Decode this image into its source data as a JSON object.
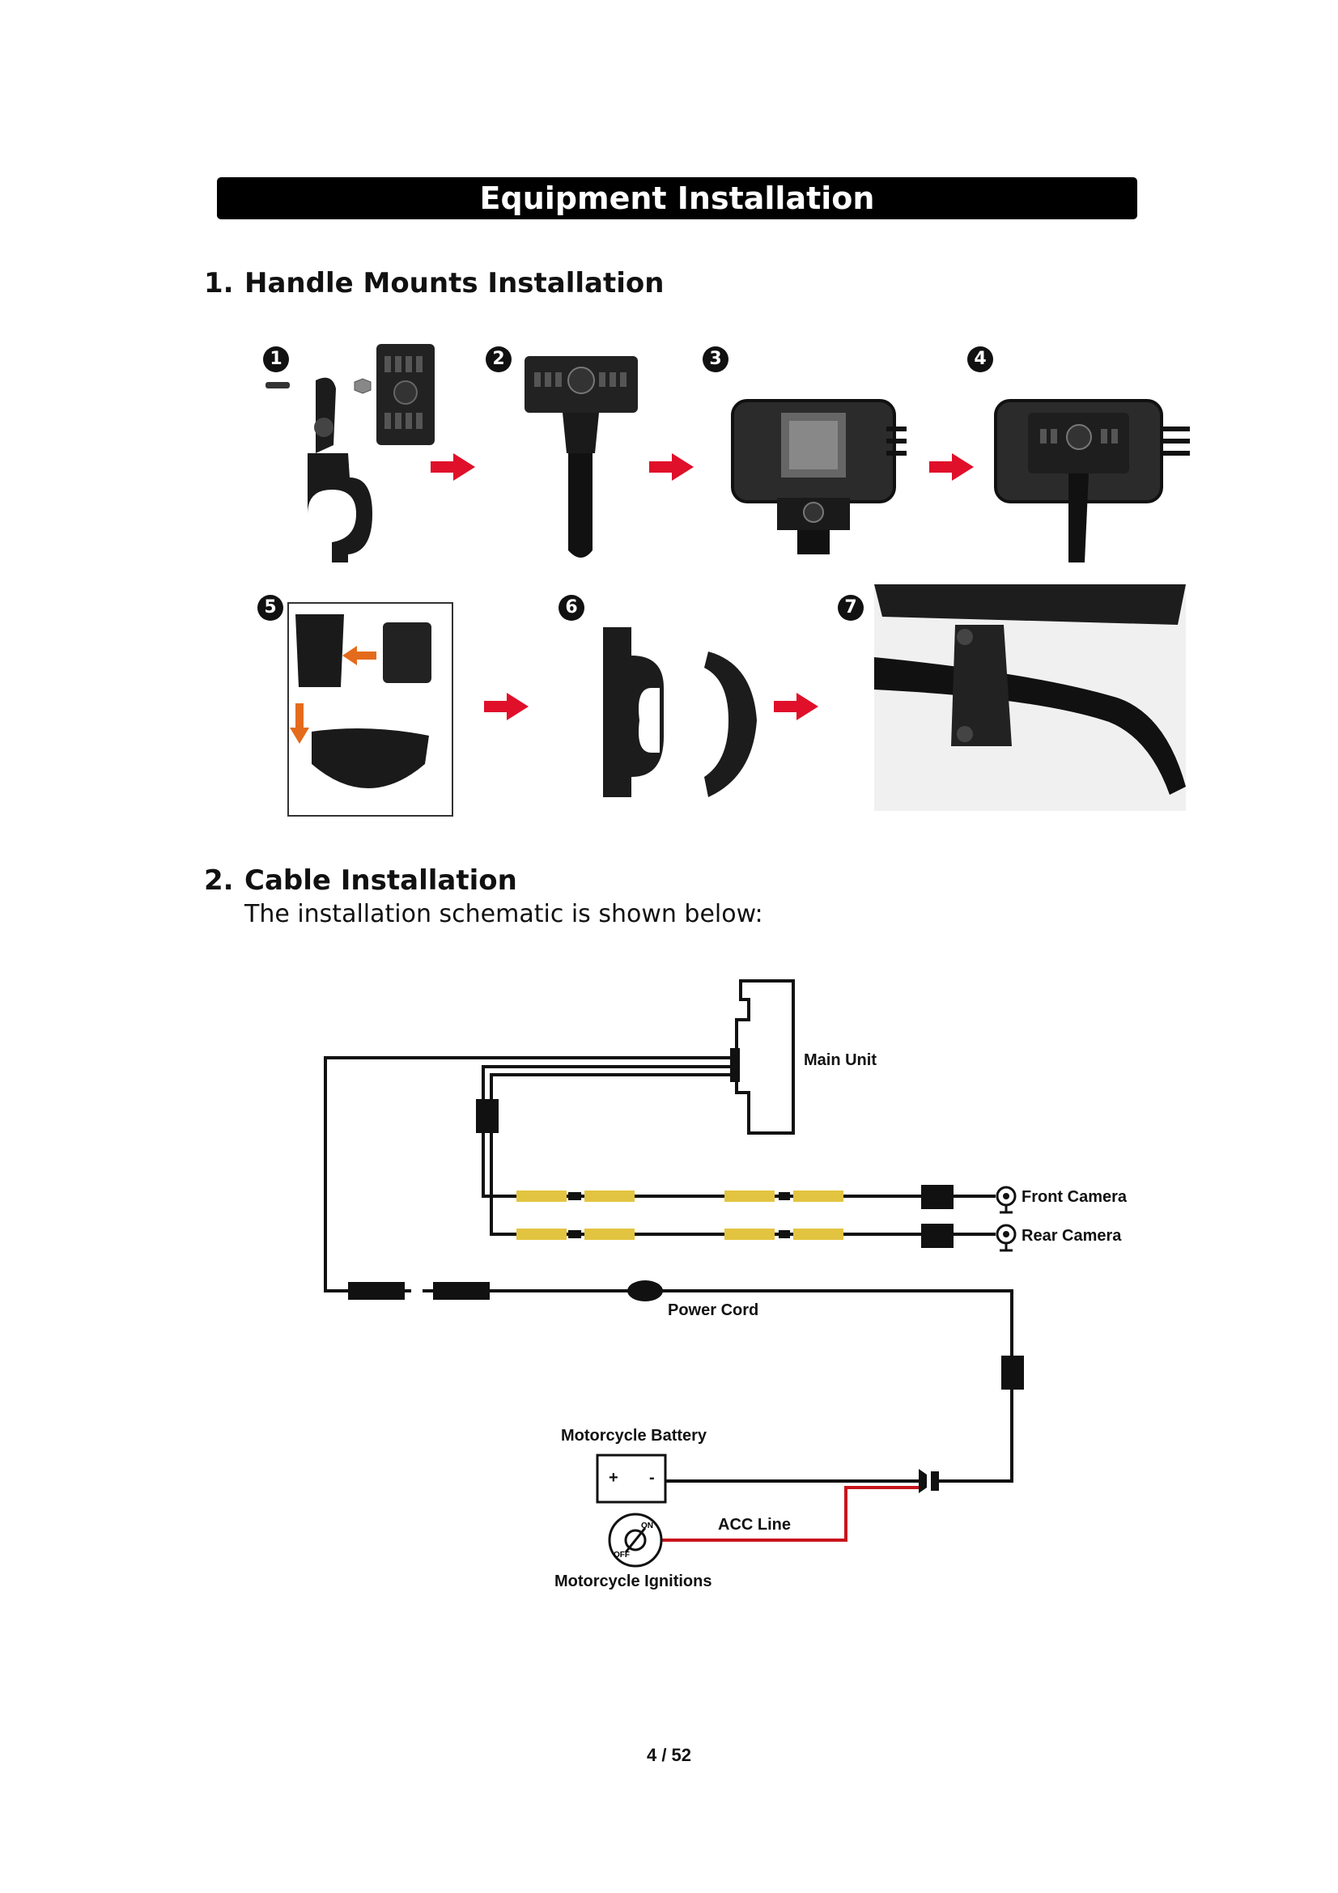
{
  "banner_title": "Equipment Installation",
  "sections": [
    {
      "number": "1.",
      "title": "Handle Mounts Installation"
    },
    {
      "number": "2.",
      "title": "Cable Installation"
    }
  ],
  "cable_intro": "The installation schematic is shown below:",
  "steps": [
    "1",
    "2",
    "3",
    "4",
    "5",
    "6",
    "7"
  ],
  "diagram": {
    "main_unit": "Main Unit",
    "front_camera": "Front Camera",
    "rear_camera": "Rear Camera",
    "power_cord": "Power Cord",
    "battery": "Motorcycle Battery",
    "battery_plus": "+",
    "battery_minus": "-",
    "acc_line": "ACC Line",
    "ignition": "Motorcycle Ignitions",
    "ignition_on": "ON",
    "ignition_off": "OFF"
  },
  "colors": {
    "accent_arrow": "#e0102a",
    "cable_segment": "#e3c440",
    "acc_wire": "#c8141c",
    "orange_arrow": "#e46b1c"
  },
  "page_number": "4 / 52"
}
